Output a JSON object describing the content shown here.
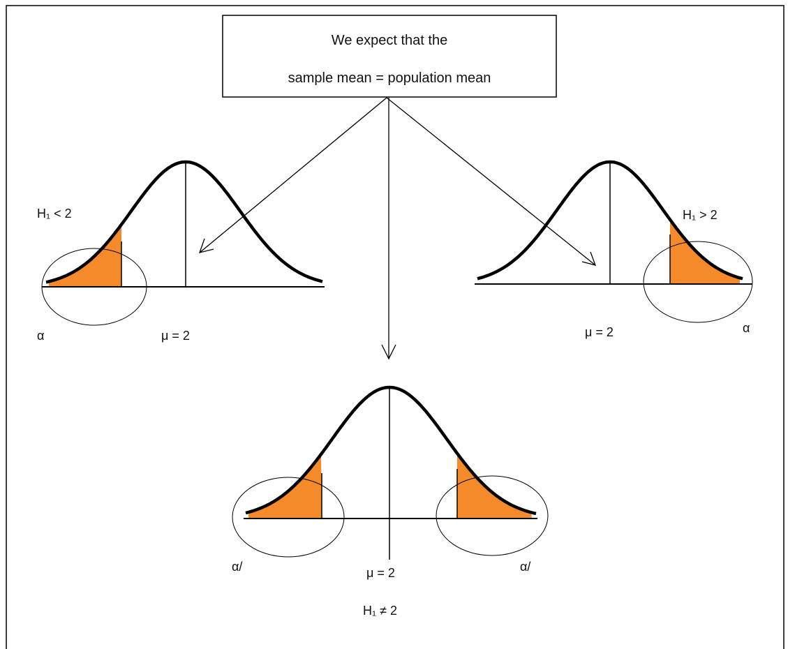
{
  "header_box": {
    "line1": "We expect that the",
    "line2": "sample mean = population mean"
  },
  "left_curve": {
    "hypothesis": "H₁ < 2",
    "mean_label": "μ = 2",
    "alpha_label": "α"
  },
  "right_curve": {
    "hypothesis": "H₁ > 2",
    "mean_label": "μ = 2",
    "alpha_label": "α"
  },
  "bottom_curve": {
    "alpha_left_label": "α/",
    "alpha_right_label": "α/",
    "mean_label": "μ = 2",
    "hypothesis": "H₁ ≠ 2"
  },
  "colors": {
    "tail_fill": "#f58a2a",
    "line": "#000000"
  }
}
